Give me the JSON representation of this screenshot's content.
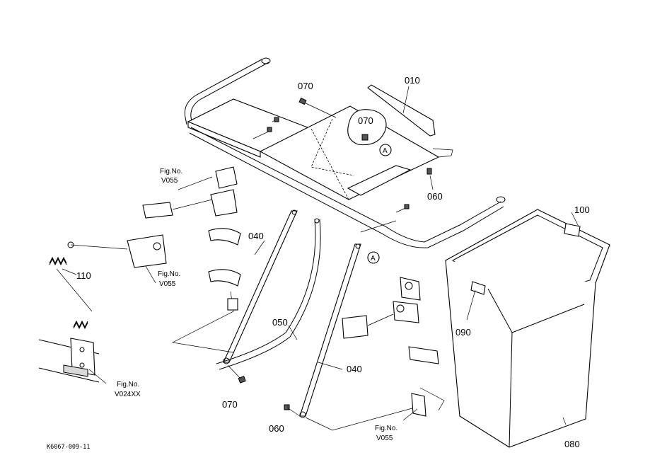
{
  "diagram": {
    "figure_code": "K6067-009-11",
    "callouts": {
      "c010": "010",
      "c040a": "040",
      "c040b": "040",
      "c050": "050",
      "c060a": "060",
      "c060b": "060",
      "c070a": "070",
      "c070b": "070",
      "c070c": "070",
      "c080": "080",
      "c090": "090",
      "c100": "100",
      "c110": "110"
    },
    "markers": {
      "a1": "A",
      "a2": "A"
    },
    "references": {
      "r1": {
        "line1": "Fig.No.",
        "line2": "V055"
      },
      "r2": {
        "line1": "Fig.No.",
        "line2": "V055"
      },
      "r3": {
        "line1": "Fig.No.",
        "line2": "V024XX"
      },
      "r4": {
        "line1": "Fig.No.",
        "line2": "V055"
      }
    }
  }
}
